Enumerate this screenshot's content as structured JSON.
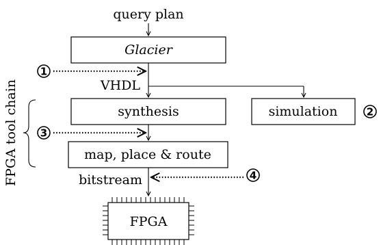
{
  "diagram": {
    "input_label": "query plan",
    "glacier_label": "Glacier",
    "vhdl_label": "VHDL",
    "synthesis_label": "synthesis",
    "simulation_label": "simulation",
    "map_place_route_label": "map, place & route",
    "bitstream_label": "bitstream",
    "fpga_label": "FPGA",
    "tool_chain_label": "FPGA tool chain",
    "markers": [
      "1",
      "2",
      "3",
      "4"
    ]
  }
}
